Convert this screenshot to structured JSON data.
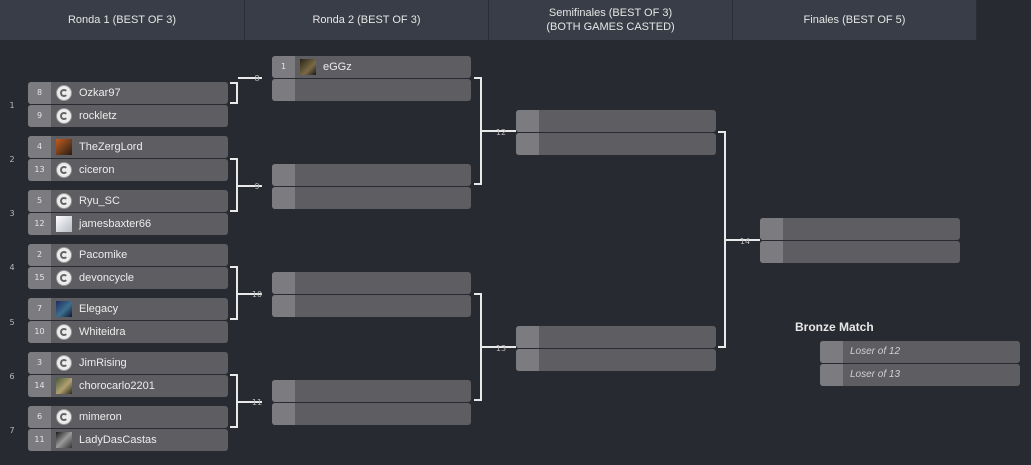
{
  "rounds": [
    {
      "title": "Ronda 1 (BEST OF 3)"
    },
    {
      "title": "Ronda 2 (BEST OF 3)"
    },
    {
      "title": "Semifinales (BEST OF 3)",
      "subtitle": "(BOTH GAMES CASTED)"
    },
    {
      "title": "Finales (BEST OF 5)"
    }
  ],
  "round1": [
    {
      "num": "1",
      "p1": {
        "seed": "8",
        "name": "Ozkar97"
      },
      "p2": {
        "seed": "9",
        "name": "rockletz"
      }
    },
    {
      "num": "2",
      "p1": {
        "seed": "4",
        "name": "TheZergLord"
      },
      "p2": {
        "seed": "13",
        "name": "ciceron"
      }
    },
    {
      "num": "3",
      "p1": {
        "seed": "5",
        "name": "Ryu_SC"
      },
      "p2": {
        "seed": "12",
        "name": "jamesbaxter66"
      }
    },
    {
      "num": "4",
      "p1": {
        "seed": "2",
        "name": "Pacomike"
      },
      "p2": {
        "seed": "15",
        "name": "devoncycle"
      }
    },
    {
      "num": "5",
      "p1": {
        "seed": "7",
        "name": "Elegacy"
      },
      "p2": {
        "seed": "10",
        "name": "Whiteidra"
      }
    },
    {
      "num": "6",
      "p1": {
        "seed": "3",
        "name": "JimRising"
      },
      "p2": {
        "seed": "14",
        "name": "chorocarlo2201"
      }
    },
    {
      "num": "7",
      "p1": {
        "seed": "6",
        "name": "mimeron"
      },
      "p2": {
        "seed": "11",
        "name": "LadyDasCastas"
      }
    }
  ],
  "round2": [
    {
      "num": "8",
      "p1": {
        "seed": "1",
        "name": "eGGz"
      }
    },
    {
      "num": "9"
    },
    {
      "num": "10"
    },
    {
      "num": "11"
    }
  ],
  "semis": [
    {
      "num": "12"
    },
    {
      "num": "13"
    }
  ],
  "finals": {
    "num": "14"
  },
  "bronze": {
    "title": "Bronze Match",
    "p1": "Loser of 12",
    "p2": "Loser of 13"
  }
}
